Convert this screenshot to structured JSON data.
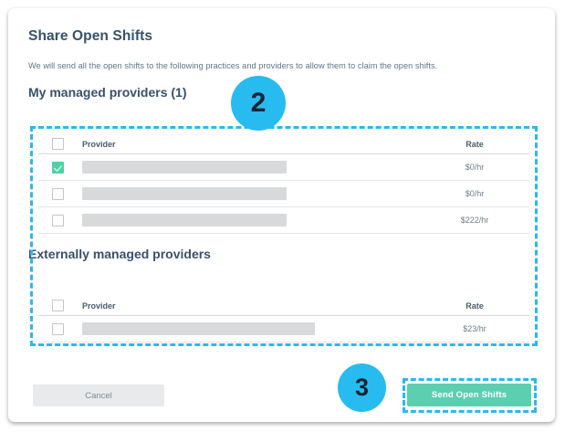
{
  "dialog": {
    "title": "Share Open Shifts",
    "description": "We will send all the open shifts to the following practices and providers to allow them to claim the open shifts."
  },
  "sections": [
    {
      "heading": "My managed providers (1)",
      "columns": {
        "provider": "Provider",
        "rate": "Rate"
      },
      "rows": [
        {
          "checked": true,
          "provider_masked": "",
          "rate": "$0/hr"
        },
        {
          "checked": false,
          "provider_masked": "",
          "rate": "$0/hr"
        },
        {
          "checked": false,
          "provider_masked": "",
          "rate": "$222/hr"
        }
      ]
    },
    {
      "heading": "Externally managed providers",
      "columns": {
        "provider": "Provider",
        "rate": "Rate"
      },
      "rows": [
        {
          "checked": false,
          "provider_masked": "",
          "rate": "$23/hr"
        }
      ]
    }
  ],
  "footer": {
    "cancel_label": "Cancel",
    "send_label": "Send Open Shifts"
  },
  "badges": [
    {
      "step": "2"
    },
    {
      "step": "3"
    }
  ],
  "colors": {
    "accent_blue": "#28bbf0",
    "teal": "#5bcfb0",
    "checkbox_green": "#4ed3a5",
    "heading_navy": "#37516b",
    "cancel_gray": "#e9eaeb"
  }
}
